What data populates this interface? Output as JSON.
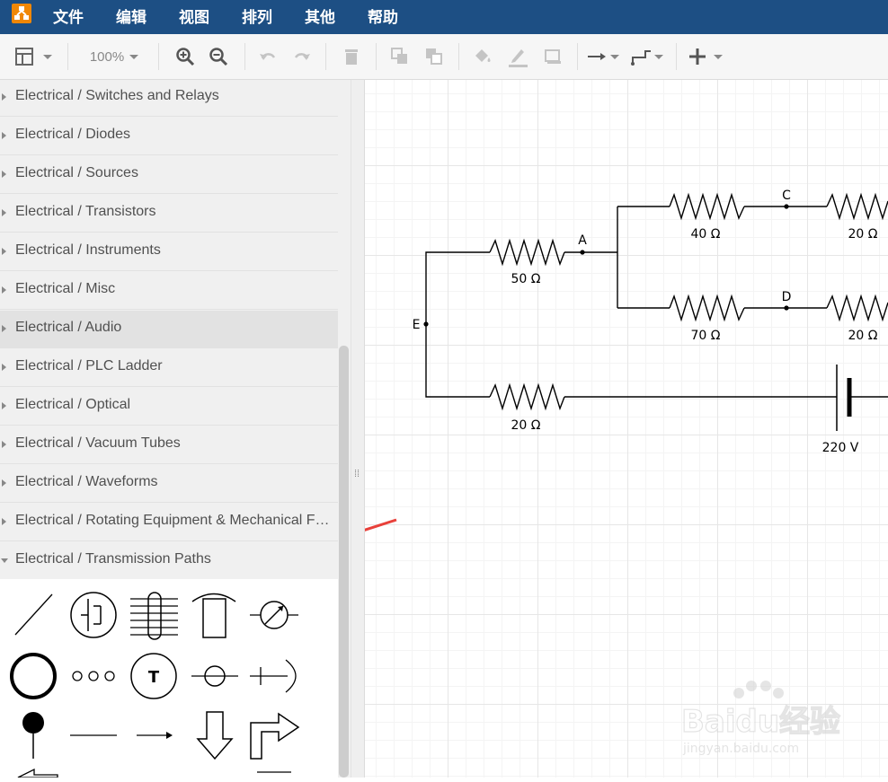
{
  "menu": {
    "items": [
      "文件",
      "编辑",
      "视图",
      "排列",
      "其他",
      "帮助"
    ]
  },
  "toolbar": {
    "zoom": "100%"
  },
  "sidebar": {
    "libraries": [
      "Electrical / Switches and Relays",
      "Electrical / Diodes",
      "Electrical / Sources",
      "Electrical / Transistors",
      "Electrical / Instruments",
      "Electrical / Misc",
      "Electrical / Audio",
      "Electrical / PLC Ladder",
      "Electrical / Optical",
      "Electrical / Vacuum Tubes",
      "Electrical / Waveforms",
      "Electrical / Rotating Equipment & Mechanical F…",
      "Electrical / Transmission Paths"
    ],
    "expanded": "Electrical / Transmission Paths",
    "shape_T_label": "T"
  },
  "diagram": {
    "nodes": {
      "A": "A",
      "C": "C",
      "D": "D",
      "E": "E"
    },
    "resistors": {
      "r50": "50 Ω",
      "r40": "40 Ω",
      "r70": "70 Ω",
      "r20_top": "20 Ω",
      "r20_mid": "20 Ω",
      "r20_bottom": "20 Ω"
    },
    "source": "220 V"
  },
  "watermark": {
    "brand": "Baidu经验",
    "url": "jingyan.baidu.com"
  },
  "colors": {
    "menubar": "#1d4f84",
    "annotation_arrow": "#e8403a",
    "logo": "#f08705"
  }
}
